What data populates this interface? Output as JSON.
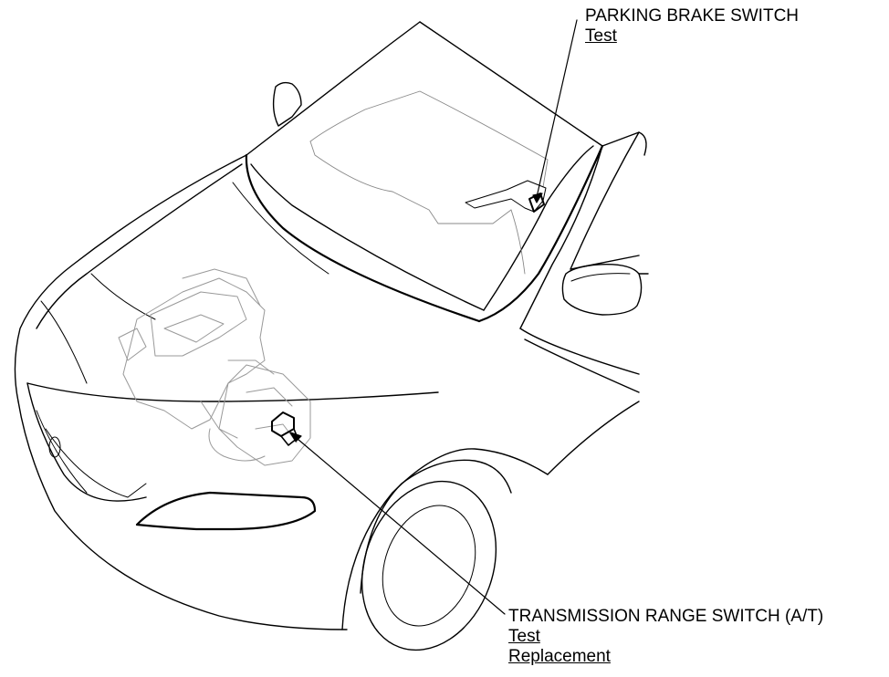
{
  "callouts": {
    "parking_brake_switch": {
      "title": "PARKING BRAKE SWITCH",
      "links": [
        "Test"
      ]
    },
    "transmission_range_switch": {
      "title": "TRANSMISSION RANGE SWITCH (A/T)",
      "links": [
        "Test",
        "Replacement"
      ]
    }
  },
  "colors": {
    "line": "#000000",
    "background": "#ffffff"
  }
}
